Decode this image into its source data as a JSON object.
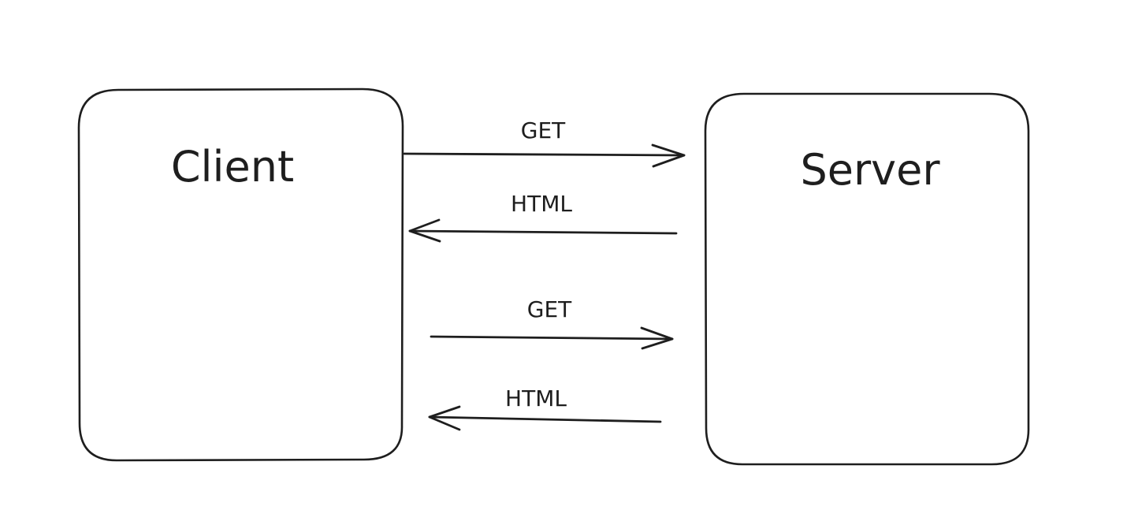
{
  "nodes": {
    "client": {
      "label": "Client"
    },
    "server": {
      "label": "Server"
    }
  },
  "edges": [
    {
      "label": "GET",
      "direction": "client-to-server"
    },
    {
      "label": "HTML",
      "direction": "server-to-client"
    },
    {
      "label": "GET",
      "direction": "client-to-server"
    },
    {
      "label": "HTML",
      "direction": "server-to-client"
    }
  ],
  "colors": {
    "stroke": "#1e1e1e",
    "background": "#ffffff"
  }
}
